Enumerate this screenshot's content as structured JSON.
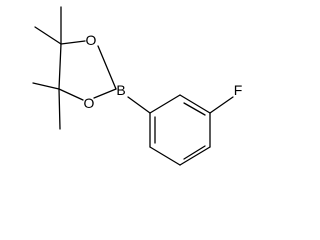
{
  "molecule": {
    "atoms": {
      "boron": "B",
      "oxygen_top": "O",
      "oxygen_bottom": "O",
      "fluorine": "F"
    }
  }
}
